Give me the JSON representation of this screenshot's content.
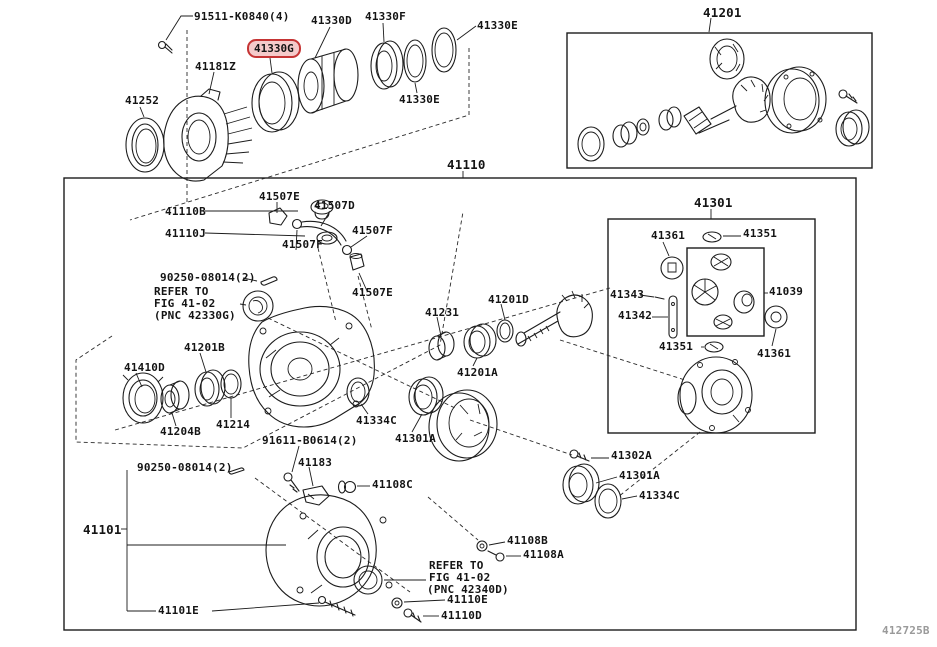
{
  "figure": {
    "code": "412725B",
    "highlighted_part": "41330G",
    "highlight_border": "#c53434",
    "highlight_fill": "#f5caca",
    "line_color": "#1c1c1c",
    "background": "#ffffff"
  },
  "labels": {
    "p91511": "91511-K0840(4)",
    "p41330G": "41330G",
    "p41181Z": "41181Z",
    "p41252": "41252",
    "p41330D": "41330D",
    "p41330F": "41330F",
    "p41330E": "41330E",
    "p41201": "41201",
    "p41110": "41110",
    "p41110B": "41110B",
    "p41110J": "41110J",
    "p41507E": "41507E",
    "p41507D": "41507D",
    "p41507F": "41507F",
    "p90250": "90250-08014(2)",
    "refer_to": "REFER TO",
    "fig_41_02": "FIG 41-02",
    "pnc_42330G": "(PNC 42330G)",
    "pnc_42340D": "(PNC 42340D)",
    "p41201B": "41201B",
    "p41410D": "41410D",
    "p41204B": "41204B",
    "p41214": "41214",
    "p91611": "91611-B0614(2)",
    "p41183": "41183",
    "p41231": "41231",
    "p41201D": "41201D",
    "p41201A": "41201A",
    "p41334C": "41334C",
    "p41301A": "41301A",
    "p41108C": "41108C",
    "p41101": "41101",
    "p41101E": "41101E",
    "p41110E": "41110E",
    "p41110D": "41110D",
    "p41108B": "41108B",
    "p41108A": "41108A",
    "p41301": "41301",
    "p41361": "41361",
    "p41351": "41351",
    "p41343": "41343",
    "p41342": "41342",
    "p41039": "41039",
    "p41302A": "41302A"
  }
}
